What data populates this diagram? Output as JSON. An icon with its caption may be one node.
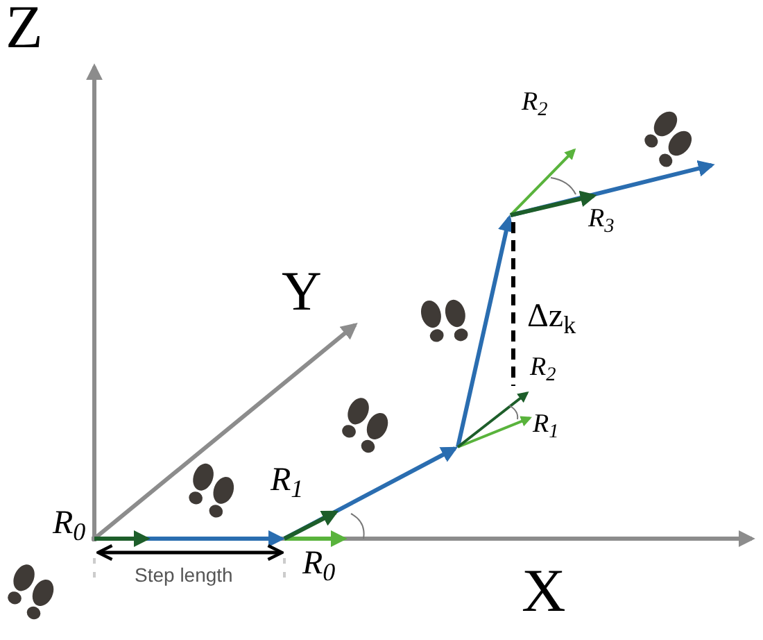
{
  "diagram": {
    "labels": [
      "Z",
      "R$_{2}$",
      "R$_{3}$",
      "Δz$_{k}$",
      "Y",
      "R$_{2}$",
      "R$_{1}$",
      "R$_{1}$",
      "R$_{0}$",
      "R$_{0}$",
      "Step length",
      "X"
    ]
  }
}
